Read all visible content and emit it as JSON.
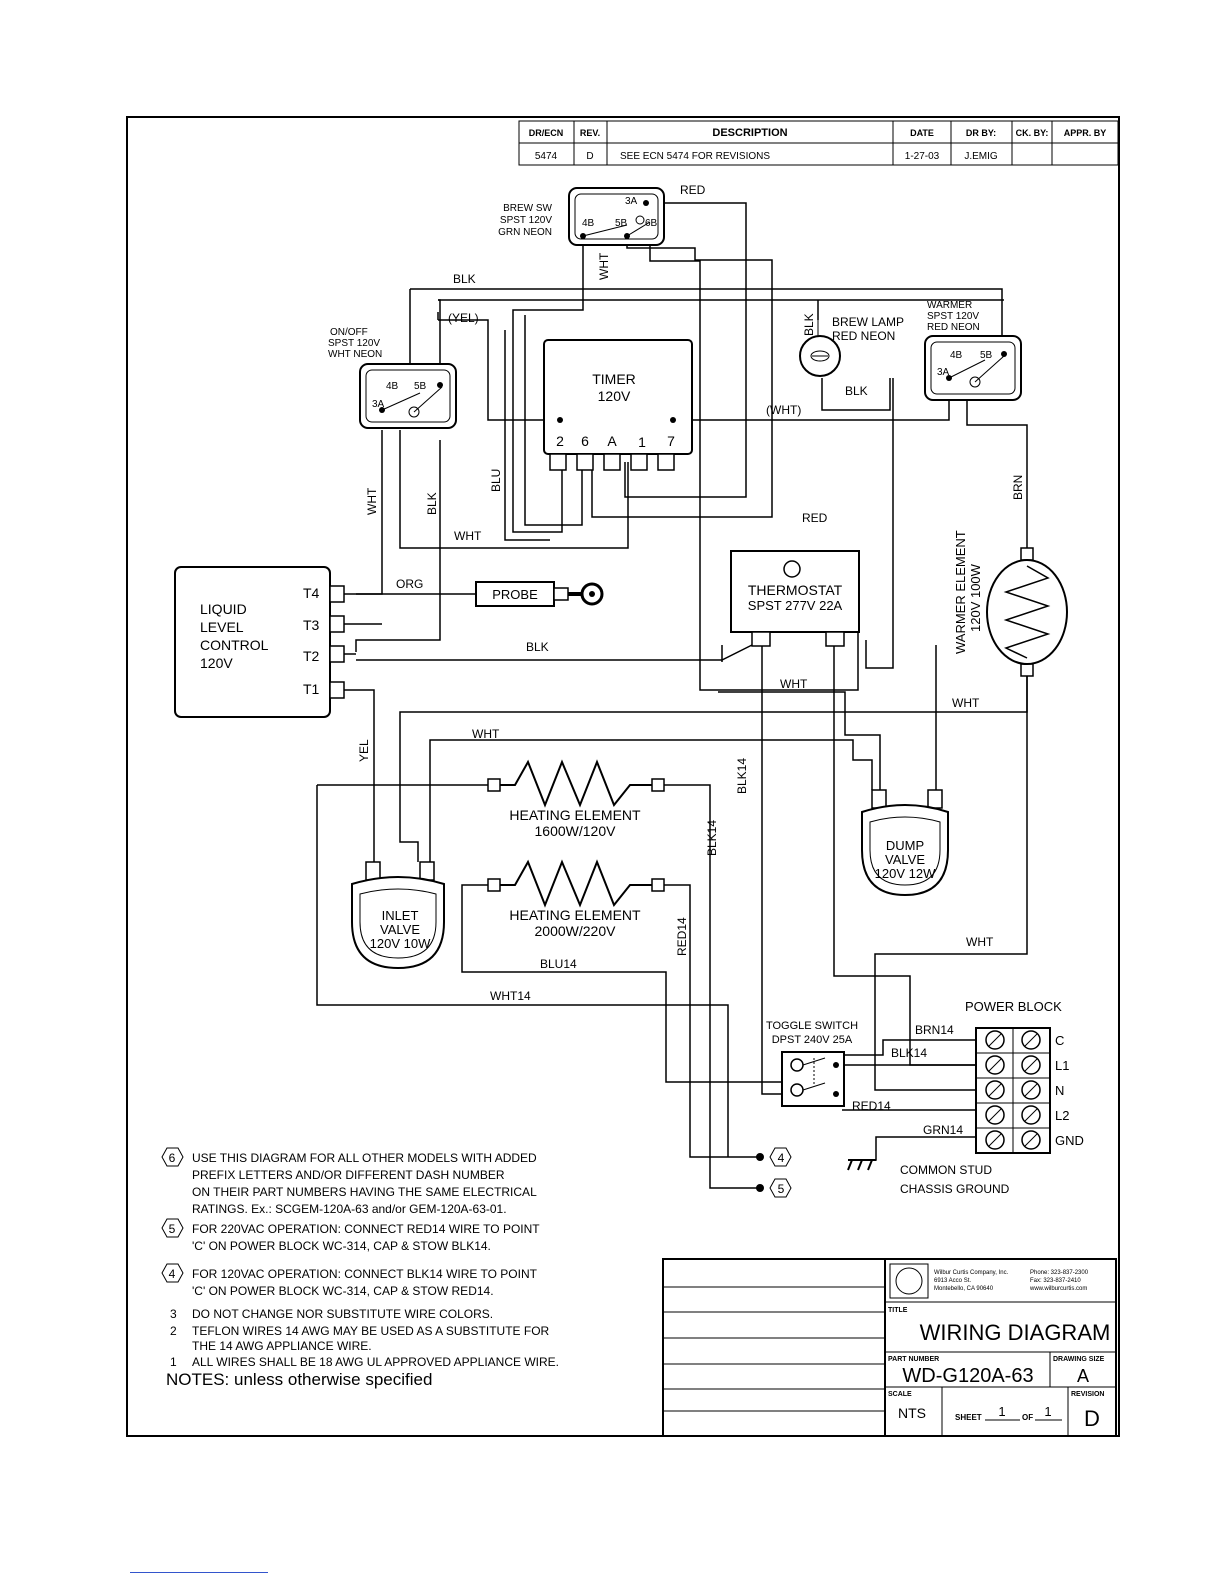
{
  "revision_table": {
    "headers": [
      "DR/ECN",
      "REV.",
      "DESCRIPTION",
      "DATE",
      "DR BY:",
      "CK. BY:",
      "APPR. BY"
    ],
    "row": [
      "5474",
      "D",
      "SEE ECN 5474 FOR REVISIONS",
      "1-27-03",
      "J.EMIG",
      "",
      ""
    ]
  },
  "components": {
    "brew_switch": {
      "label1": "BREW SW",
      "label2": "SPST 120V",
      "label3": "GRN NEON",
      "t4b": "4B",
      "t5b": "5B",
      "t6b": "6B",
      "t3a": "3A"
    },
    "onoff_switch": {
      "label1": "ON/OFF",
      "label2": "SPST 120V",
      "label3": "WHT NEON",
      "t4b": "4B",
      "t5b": "5B",
      "t3a": "3A"
    },
    "warmer_switch": {
      "label1": "WARMER",
      "label2": "SPST 120V",
      "label3": "RED NEON",
      "t4b": "4B",
      "t5b": "5B",
      "t3a": "3A"
    },
    "brew_lamp": {
      "label1": "BREW LAMP",
      "label2": "RED NEON"
    },
    "timer": {
      "label1": "TIMER",
      "label2": "120V",
      "pins": [
        "2",
        "6",
        "A",
        "1",
        "7"
      ]
    },
    "llc": {
      "label1": "LIQUID",
      "label2": "LEVEL",
      "label3": "CONTROL",
      "label4": "120V",
      "terminals": [
        "T4",
        "T3",
        "T2",
        "T1"
      ]
    },
    "probe": {
      "label": "PROBE"
    },
    "thermostat": {
      "label1": "THERMOSTAT",
      "label2": "SPST 277V 22A"
    },
    "warmer_element": {
      "label1": "WARMER ELEMENT",
      "label2": "120V 100W"
    },
    "heating_1": {
      "label1": "HEATING ELEMENT",
      "label2": "1600W/120V"
    },
    "heating_2": {
      "label1": "HEATING ELEMENT",
      "label2": "2000W/220V"
    },
    "dump_valve": {
      "label1": "DUMP",
      "label2": "VALVE",
      "label3": "120V 12W"
    },
    "inlet_valve": {
      "label1": "INLET",
      "label2": "VALVE",
      "label3": "120V 10W"
    },
    "toggle_switch": {
      "label1": "TOGGLE SWITCH",
      "label2": "DPST 240V 25A"
    },
    "power_block": {
      "label": "POWER BLOCK",
      "terminals": [
        "C",
        "L1",
        "N",
        "L2",
        "GND"
      ]
    },
    "ground": {
      "label1": "COMMON STUD",
      "label2": "CHASSIS GROUND"
    }
  },
  "wire_labels": {
    "red_top": "RED",
    "blk_top": "BLK",
    "yel_paren": "(YEL)",
    "wht_brew": "WHT",
    "blk_lamp_v": "BLK",
    "blk_lamp": "BLK",
    "wht_paren": "(WHT)",
    "blu": "BLU",
    "wht_v": "WHT",
    "blk_v": "BLK",
    "wht_h": "WHT",
    "red_mid": "RED",
    "brn": "BRN",
    "org": "ORG",
    "blk_t2": "BLK",
    "wht_therm": "WHT",
    "wht_warm": "WHT",
    "wht_inlet": "WHT",
    "yel": "YEL",
    "blk14_a": "BLK14",
    "blk14_b": "BLK14",
    "red14_v": "RED14",
    "blu14": "BLU14",
    "wht14": "WHT14",
    "wht_pb": "WHT",
    "brn14": "BRN14",
    "blk14_pb": "BLK14",
    "red14_pb": "RED14",
    "grn14": "GRN14"
  },
  "points": {
    "p4": "4",
    "p5": "5",
    "p6": "6"
  },
  "notes": {
    "n6_1": "USE THIS DIAGRAM FOR ALL OTHER MODELS WITH ADDED",
    "n6_2": "PREFIX LETTERS AND/OR DIFFERENT DASH NUMBER",
    "n6_3": "ON THEIR PART NUMBERS HAVING THE SAME ELECTRICAL",
    "n6_4": "RATINGS. Ex.:   SCGEM-120A-63  and/or  GEM-120A-63-01.",
    "n5_1": "FOR 220VAC OPERATION:   CONNECT RED14 WIRE TO POINT",
    "n5_2": "'C' ON POWER BLOCK WC-314, CAP & STOW BLK14.",
    "n4_1": "FOR 120VAC OPERATION:   CONNECT BLK14 WIRE TO POINT",
    "n4_2": "'C' ON POWER BLOCK WC-314, CAP & STOW RED14.",
    "n3_num": "3",
    "n3": "DO NOT CHANGE NOR SUBSTITUTE WIRE COLORS.",
    "n2_num": "2",
    "n2_1": "TEFLON WIRES 14 AWG MAY BE USED AS A SUBSTITUTE FOR",
    "n2_2": "THE 14 AWG APPLIANCE WIRE.",
    "n1_num": "1",
    "n1": "ALL WIRES SHALL BE 18 AWG UL APPROVED APPLIANCE WIRE.",
    "heading": "NOTES:   unless otherwise specified"
  },
  "title_block": {
    "company_line1": "Wilbur Curtis Company, Inc.",
    "company_line2": "6913 Acco St.",
    "company_line3": "Montebello, CA 90640",
    "phone": "Phone: 323-837-2300",
    "fax": "Fax: 323-837-2410",
    "web": "www.wilburcurtis.com",
    "title_label": "TITLE",
    "title": "WIRING DIAGRAM",
    "part_label": "PART NUMBER",
    "part": "WD-G120A-63",
    "size_label": "DRAWING SIZE",
    "size": "A",
    "scale_label": "SCALE",
    "scale": "NTS",
    "sheet_label": "SHEET",
    "sheet": "1",
    "of_label": "OF",
    "of": "1",
    "rev_label": "REVISION",
    "rev": "D"
  }
}
